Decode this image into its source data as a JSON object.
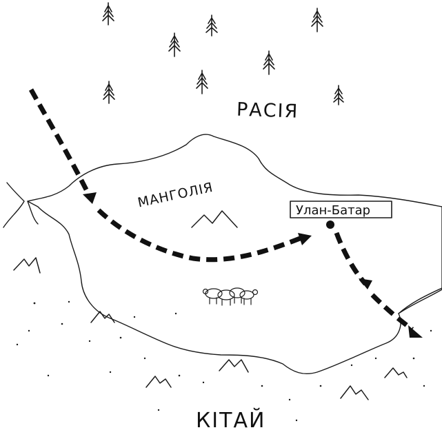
{
  "labels": {
    "russia": "РАСІЯ",
    "mongolia": "МАНГОЛІЯ",
    "capital": "Улан-Батар",
    "china": "КІТАЙ"
  },
  "colors": {
    "ink": "#111111",
    "paper": "#ffffff"
  }
}
